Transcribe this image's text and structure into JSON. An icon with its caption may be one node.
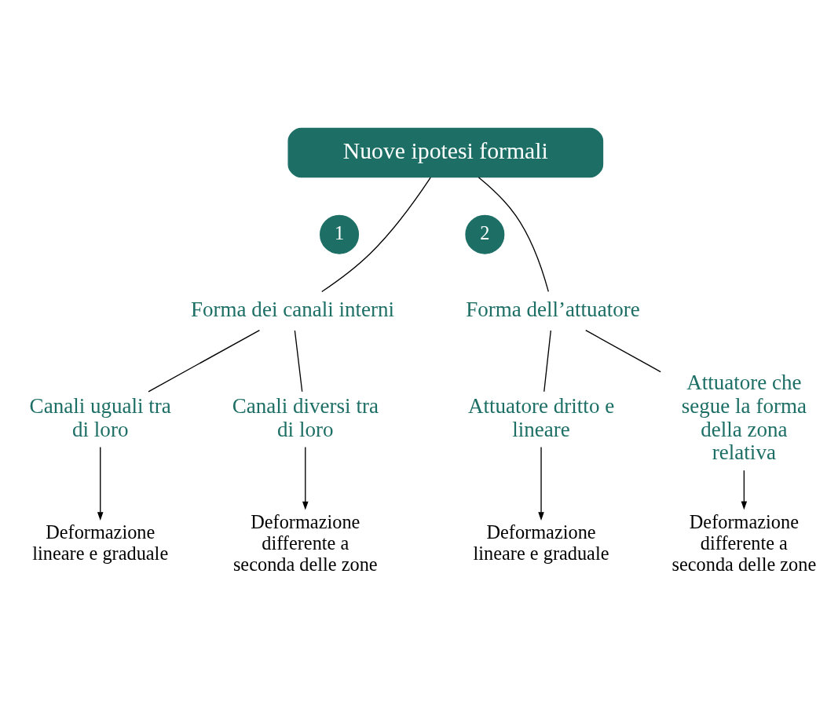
{
  "diagram": {
    "nodes": [
      {
        "text": [
          "Nuove ipotesi formali"
        ]
      },
      {
        "text": [
          "1"
        ]
      },
      {
        "text": [
          "2"
        ]
      },
      {
        "text": [
          "Forma dei canali interni"
        ]
      },
      {
        "text": [
          "Forma dell’attuatore"
        ]
      },
      {
        "text": [
          "Canali uguali tra di loro"
        ]
      },
      {
        "text": [
          "Canali diversi tra di loro"
        ]
      },
      {
        "text": [
          "Attuatore dritto e lineare"
        ]
      },
      {
        "text": [
          "Attuatore che segue la forma della zona relativa"
        ]
      },
      {
        "text": [
          "Deformazione lineare e graduale"
        ]
      },
      {
        "text": [
          "Deformazione differente a seconda delle zone"
        ]
      },
      {
        "text": [
          "Deformazione lineare e graduale"
        ]
      },
      {
        "text": [
          "Deformazione differente a seconda delle zone"
        ]
      }
    ],
    "edges": [
      {
        "from": 0,
        "to": 3,
        "arrow": "none"
      },
      {
        "from": 0,
        "to": 4,
        "arrow": "none"
      },
      {
        "from": 3,
        "to": 5,
        "arrow": "none"
      },
      {
        "from": 3,
        "to": 6,
        "arrow": "none"
      },
      {
        "from": 4,
        "to": 7,
        "arrow": "none"
      },
      {
        "from": 4,
        "to": 8,
        "arrow": "none"
      },
      {
        "from": 5,
        "to": 9,
        "arrow": "to"
      },
      {
        "from": 6,
        "to": 10,
        "arrow": "to"
      },
      {
        "from": 7,
        "to": 11,
        "arrow": "to"
      },
      {
        "from": 8,
        "to": 12,
        "arrow": "to"
      }
    ]
  }
}
